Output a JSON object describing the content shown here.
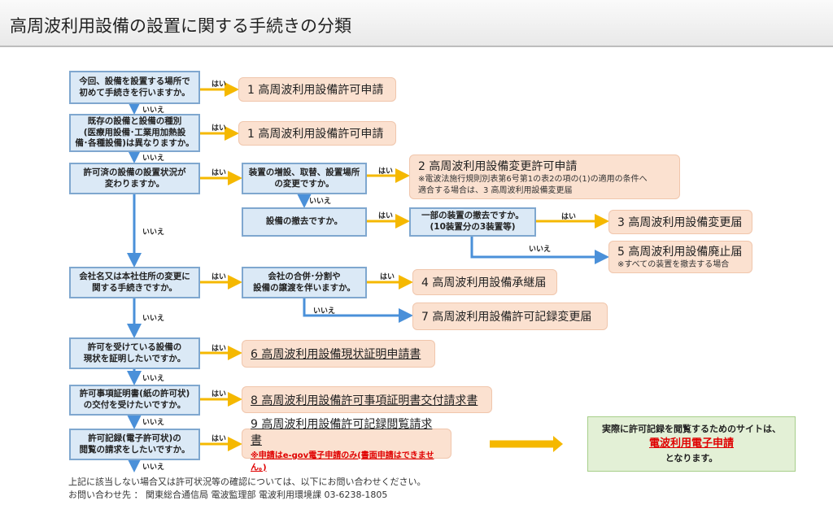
{
  "title": "高周波利用設備の設置に関する手続きの分類",
  "labels": {
    "yes": "はい",
    "no": "いいえ"
  },
  "questions": [
    "今回、設備を設置する場所で\n初めて手続きを行いますか。",
    "既存の設備と設備の種別\n(医療用設備･工業用加熱設\n備･各種設備)は異なりますか。",
    "許可済の設備の設置状況が\n変わりますか。",
    "装置の増設、取替、設置場所\nの変更ですか。",
    "設備の撤去ですか。",
    "一部の装置の撤去ですか。\n(10装置分の3装置等)",
    "会社名又は本社住所の変更に\n関する手続きですか。",
    "会社の合併･分割や\n設備の譲渡を伴いますか。",
    "許可を受けている設備の\n現状を証明したいですか。",
    "許可事項証明書(紙の許可状)\nの交付を受けたいですか。",
    "許可記録(電子許可状)の\n閲覧の請求をしたいですか。"
  ],
  "answers": {
    "a1": "1 高周波利用設備許可申請",
    "a2": "2 高周波利用設備変更許可申請",
    "a2_note": "※電波法施行規則別表第6号第1の表2の項の(1)の適用の条件へ",
    "a2_note2": "適合する場合は、3 高周波利用設備変更届",
    "a3": "3 高周波利用設備変更届",
    "a5": "5 高周波利用設備廃止届",
    "a5_note": "※すべての装置を撤去する場合",
    "a4": "4 高周波利用設備承継届",
    "a7": "7 高周波利用設備許可記録変更届",
    "a6": "6 高周波利用設備現状証明申請書",
    "a8": "8 高周波利用設備許可事項証明書交付請求書",
    "a9": "9 高周波利用設備許可記録閲覧請求書",
    "a9_note": "※申請はe-gov電子申請のみ(書面申請はできません。)"
  },
  "site": {
    "line1": "実際に許可記録を閲覧するためのサイトは、",
    "link": "電波利用電子申請",
    "line3": "となります。"
  },
  "footer": {
    "line1": "上記に該当しない場合又は許可状況等の確認については、以下にお問い合わせください。",
    "line2": "お問い合わせ先 ： 関東総合通信局 電波監理部 電波利用環境課 03-6238-1805"
  }
}
